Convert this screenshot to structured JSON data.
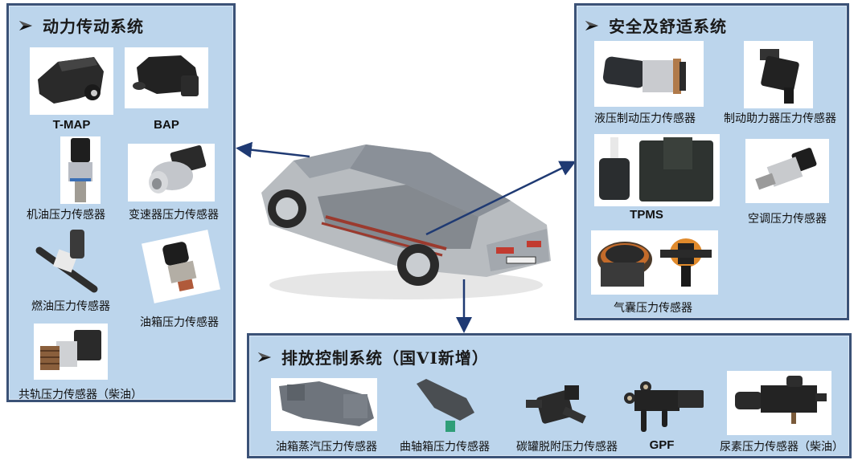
{
  "colors": {
    "panel_bg": "#bcd5ec",
    "panel_border": "#3b5277",
    "arrow": "#1f3a73"
  },
  "center": {
    "image": "car-cutaway-illustration"
  },
  "panels": {
    "powertrain": {
      "title": "动力传动系统",
      "items": [
        {
          "label": "T-MAP",
          "icon": "tmap-sensor"
        },
        {
          "label": "BAP",
          "icon": "bap-sensor"
        },
        {
          "label": "机油压力传感器",
          "icon": "oil-pressure-sensor"
        },
        {
          "label": "变速器压力传感器",
          "icon": "transmission-pressure-sensor"
        },
        {
          "label": "燃油压力传感器",
          "icon": "fuel-pressure-sensor"
        },
        {
          "label": "油箱压力传感器",
          "icon": "fuel-tank-pressure-sensor"
        },
        {
          "label": "共轨压力传感器（柴油）",
          "icon": "common-rail-pressure-sensor"
        }
      ]
    },
    "safety": {
      "title": "安全及舒适系统",
      "items": [
        {
          "label": "液压制动压力传感器",
          "icon": "hydraulic-brake-pressure-sensor"
        },
        {
          "label": "制动助力器压力传感器",
          "icon": "brake-booster-pressure-sensor"
        },
        {
          "label": "TPMS",
          "icon": "tpms-sensor"
        },
        {
          "label": "空调压力传感器",
          "icon": "ac-pressure-sensor"
        },
        {
          "label": "气囊压力传感器",
          "icon": "airbag-pressure-sensor"
        }
      ]
    },
    "emission": {
      "title": "排放控制系统（国VI新增）",
      "items": [
        {
          "label": "油箱蒸汽压力传感器",
          "icon": "tank-vapor-pressure-sensor"
        },
        {
          "label": "曲轴箱压力传感器",
          "icon": "crankcase-pressure-sensor"
        },
        {
          "label": "碳罐脱附压力传感器",
          "icon": "canister-purge-pressure-sensor"
        },
        {
          "label": "GPF",
          "icon": "gpf-sensor"
        },
        {
          "label": "尿素压力传感器（柴油）",
          "icon": "urea-pressure-sensor"
        }
      ]
    }
  }
}
